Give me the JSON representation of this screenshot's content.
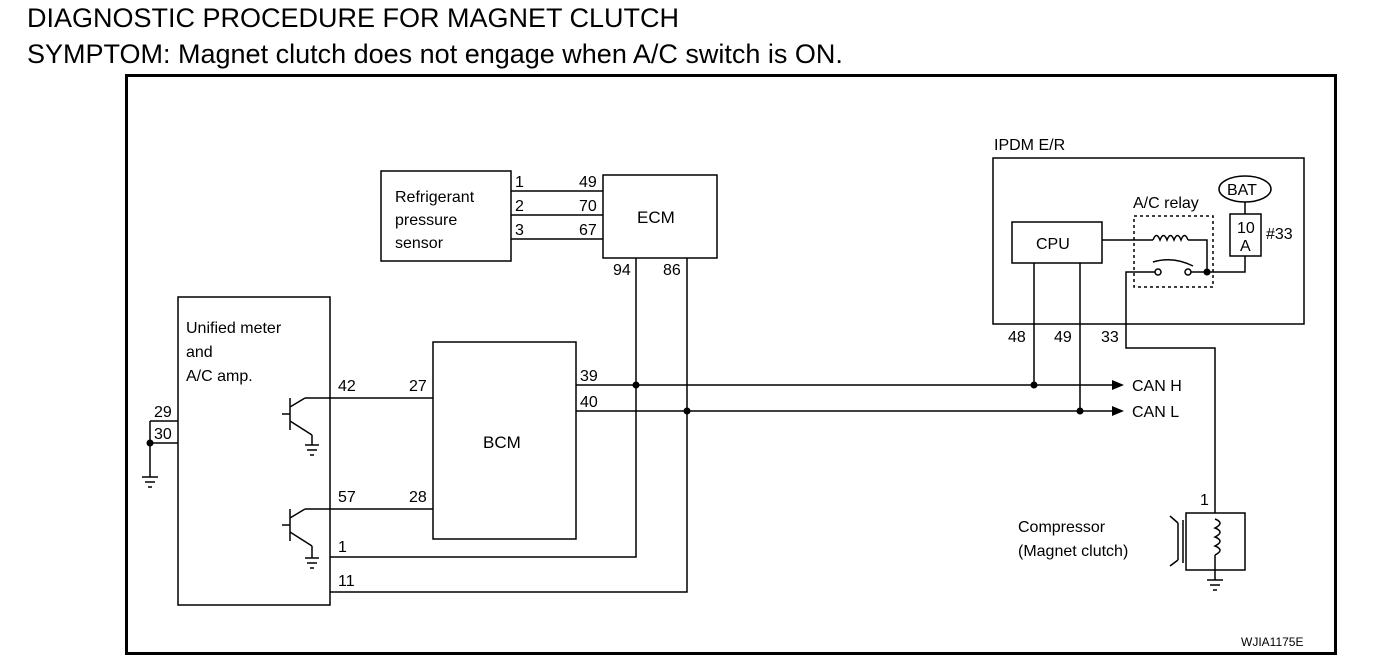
{
  "header": {
    "title": "DIAGNOSTIC PROCEDURE FOR MAGNET CLUTCH",
    "subtitle": "SYMPTOM: Magnet clutch does not engage when A/C switch is ON."
  },
  "diagram": {
    "components": {
      "refrigerant_sensor": [
        "Refrigerant",
        "pressure",
        "sensor"
      ],
      "ecm": "ECM",
      "unified_meter": [
        "Unified meter",
        "and",
        "A/C amp."
      ],
      "bcm": "BCM",
      "ipdm": "IPDM E/R",
      "cpu": "CPU",
      "ac_relay": "A/C relay",
      "bat": "BAT",
      "fuse_amp": [
        "10",
        "A"
      ],
      "fuse_no": "#33",
      "compressor": [
        "Compressor",
        "(Magnet clutch)"
      ]
    },
    "pins": {
      "sensor": [
        "1",
        "2",
        "3"
      ],
      "ecm_left": [
        "49",
        "70",
        "67"
      ],
      "ecm_bottom": [
        "94",
        "86"
      ],
      "meter_ground": [
        "29",
        "30"
      ],
      "meter_right": [
        "42",
        "57",
        "1",
        "11"
      ],
      "bcm_left": [
        "27",
        "28"
      ],
      "bcm_right": [
        "39",
        "40"
      ],
      "ipdm_bottom": [
        "48",
        "49",
        "33"
      ],
      "compressor": "1"
    },
    "bus": {
      "can_h": "CAN H",
      "can_l": "CAN L"
    },
    "code": "WJIA1175E"
  }
}
